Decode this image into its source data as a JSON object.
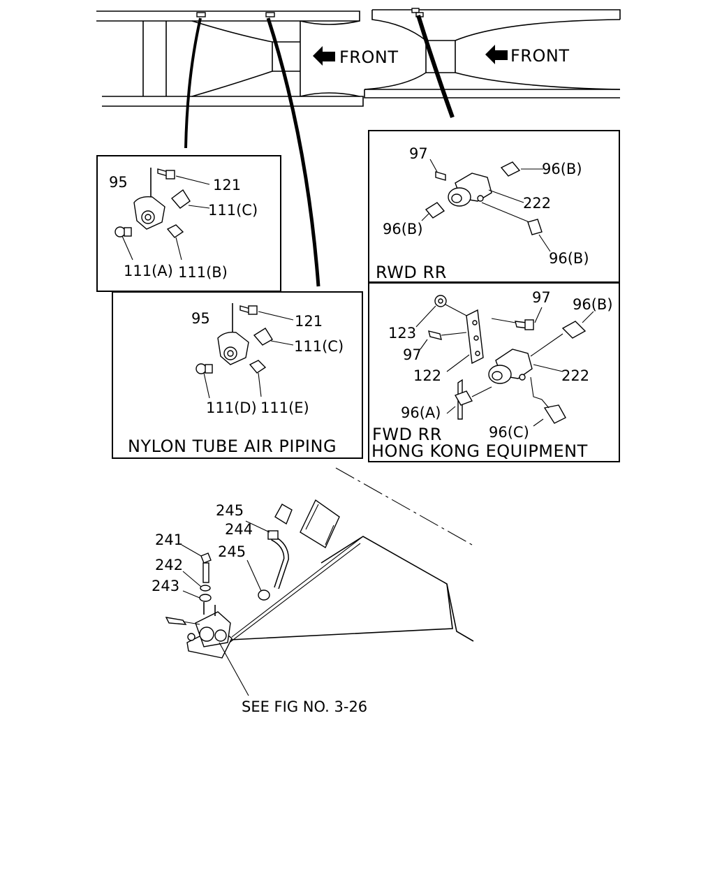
{
  "frames": {
    "front_label_left": "FRONT",
    "front_label_right": "FRONT"
  },
  "panels": {
    "upper_left": {
      "labels": {
        "p95": "95",
        "p121": "121",
        "p111c": "111(C)",
        "p111a": "111(A)",
        "p111b": "111(B)"
      }
    },
    "nylon": {
      "title": "NYLON TUBE AIR PIPING",
      "labels": {
        "p95": "95",
        "p121": "121",
        "p111c": "111(C)",
        "p111d": "111(D)",
        "p111e": "111(E)"
      }
    },
    "rwd": {
      "title": "RWD RR",
      "labels": {
        "p97": "97",
        "p96b_top": "96(B)",
        "p222": "222",
        "p96b_left": "96(B)",
        "p96b_bottom": "96(B)"
      }
    },
    "fwd": {
      "title_line1": "FWD RR",
      "title_line2": "HONG KONG EQUIPMENT",
      "labels": {
        "p97_top": "97",
        "p96b": "96(B)",
        "p123": "123",
        "p97_left": "97",
        "p122": "122",
        "p222": "222",
        "p96a": "96(A)",
        "p96c": "96(C)"
      }
    }
  },
  "lower": {
    "labels": {
      "p245_top": "245",
      "p244": "244",
      "p241": "241",
      "p245_mid": "245",
      "p242": "242",
      "p243": "243"
    },
    "reference": "SEE FIG NO. 3-26"
  },
  "icons": [
    "arrow-left-icon",
    "arrow-left-icon"
  ]
}
